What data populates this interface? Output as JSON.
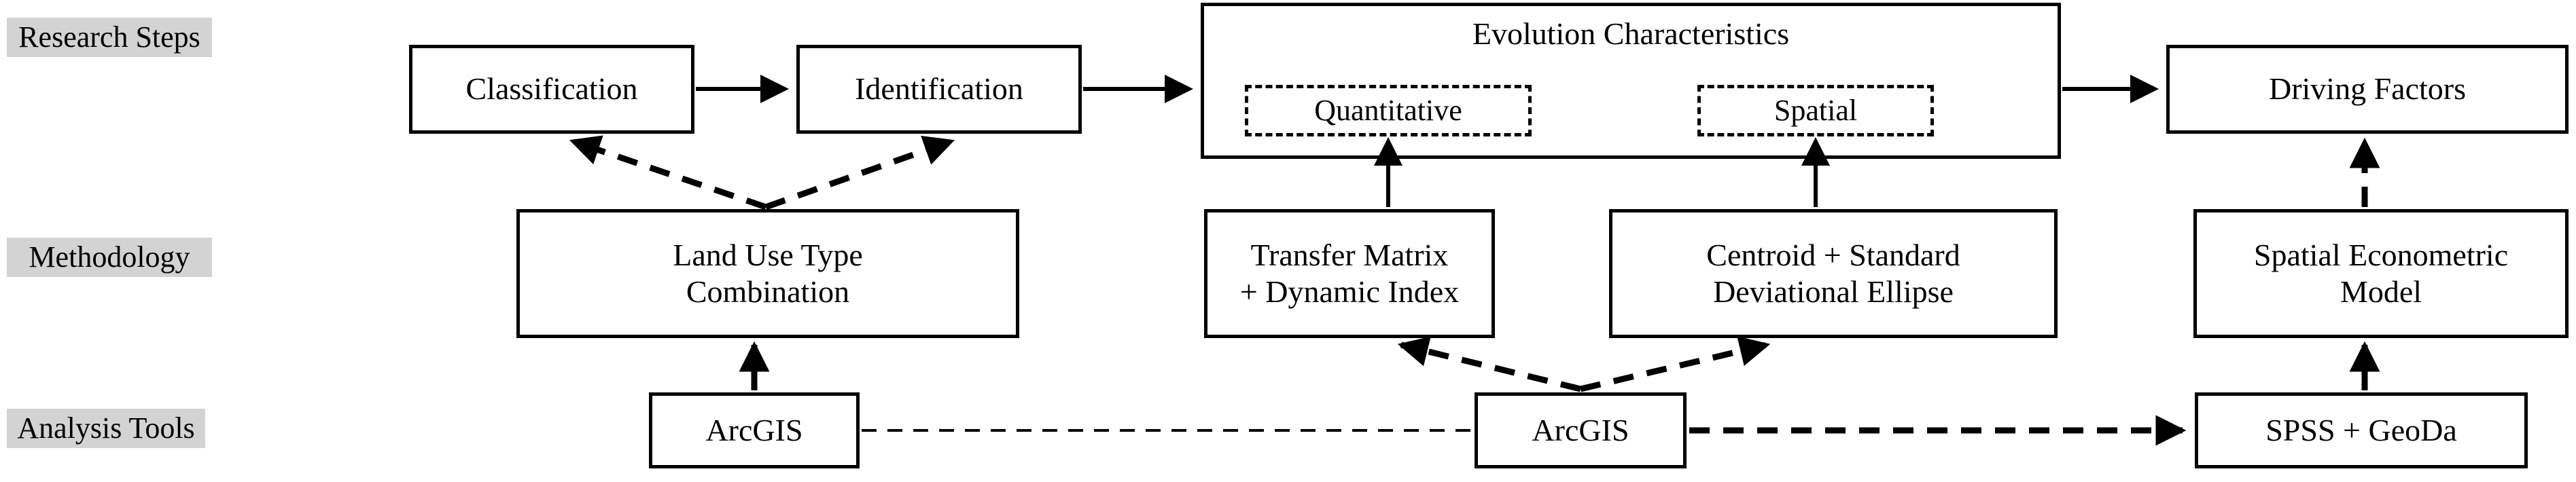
{
  "diagram": {
    "title": "Research framework flowchart",
    "colors": {
      "label_background": "#d3d3d3",
      "line": "#000000",
      "node_background": "#ffffff"
    },
    "row_labels": [
      {
        "id": "research-steps",
        "text": "Research Steps"
      },
      {
        "id": "methodology",
        "text": "Methodology"
      },
      {
        "id": "analysis-tools",
        "text": "Analysis Tools"
      }
    ],
    "research_steps": {
      "classification": "Classification",
      "identification": "Identification",
      "evolution_group_title": "Evolution Characteristics",
      "quantitative": "Quantitative",
      "spatial": "Spatial",
      "driving_factors": "Driving Factors"
    },
    "methodology": {
      "land_use": "Land Use Type\nCombination",
      "land_use_line1": "Land Use Type",
      "land_use_line2": "Combination",
      "transfer_matrix_line1": "Transfer Matrix",
      "transfer_matrix_line2": "+ Dynamic Index",
      "centroid_line1": "Centroid + Standard",
      "centroid_line2": "Deviational Ellipse",
      "econometric_line1": "Spatial Econometric",
      "econometric_line2": "Model"
    },
    "analysis_tools": {
      "arcgis_left": "ArcGIS",
      "arcgis_middle": "ArcGIS",
      "spss_geoda": "SPSS + GeoDa"
    },
    "edges": [
      {
        "from": "classification",
        "to": "identification",
        "style": "solid-arrow"
      },
      {
        "from": "identification",
        "to": "evolution-characteristics",
        "style": "solid-arrow"
      },
      {
        "from": "evolution-characteristics",
        "to": "driving-factors",
        "style": "solid-arrow"
      },
      {
        "from": "land-use-type-combination",
        "to": "classification",
        "style": "dashed-arrow"
      },
      {
        "from": "land-use-type-combination",
        "to": "identification",
        "style": "dashed-arrow"
      },
      {
        "from": "arcgis-left",
        "to": "land-use-type-combination",
        "style": "dashed-arrow"
      },
      {
        "from": "transfer-matrix",
        "to": "quantitative",
        "style": "solid-arrow"
      },
      {
        "from": "centroid-ellipse",
        "to": "spatial",
        "style": "solid-arrow"
      },
      {
        "from": "arcgis-middle",
        "to": "transfer-matrix",
        "style": "dashed-arrow"
      },
      {
        "from": "arcgis-middle",
        "to": "centroid-ellipse",
        "style": "dashed-arrow"
      },
      {
        "from": "spss-geoda",
        "to": "spatial-econometric-model",
        "style": "dashed-arrow"
      },
      {
        "from": "spatial-econometric-model",
        "to": "driving-factors",
        "style": "dashed-arrow"
      },
      {
        "from": "arcgis-left",
        "to": "arcgis-middle",
        "style": "dashed-line-thin"
      },
      {
        "from": "arcgis-middle",
        "to": "spss-geoda",
        "style": "dashed-arrow"
      }
    ]
  }
}
